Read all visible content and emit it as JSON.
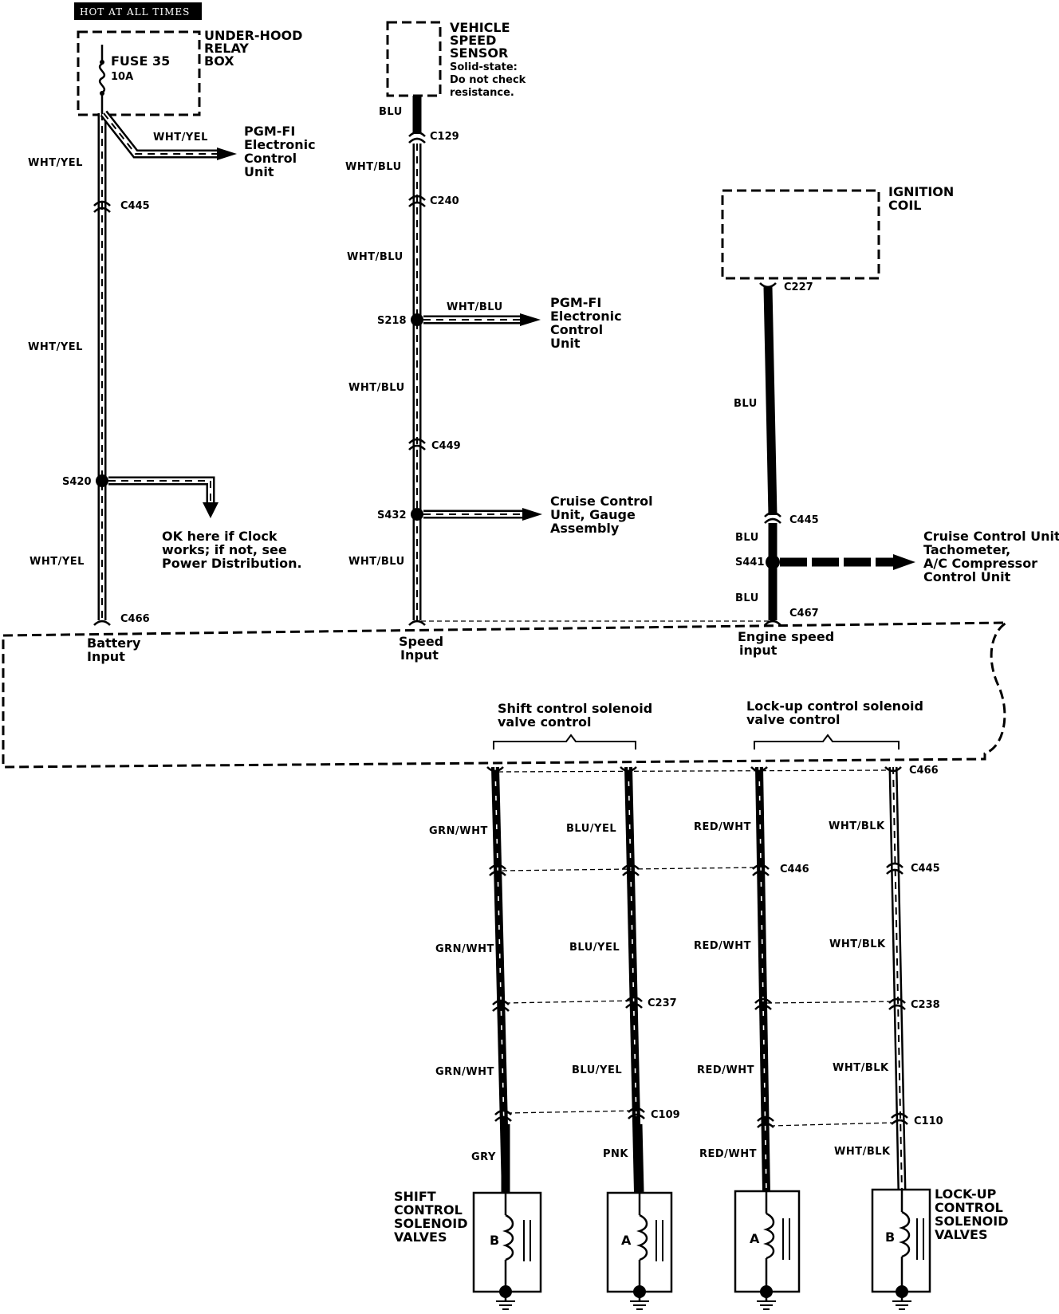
{
  "header": {
    "hot_label": "HOT AT ALL TIMES"
  },
  "fuse_box": {
    "title_lines": [
      "UNDER-HOOD",
      "RELAY",
      "BOX"
    ],
    "fuse_name": "FUSE 35",
    "fuse_rating": "10A"
  },
  "pgm_fi_1": {
    "wire": "WHT/YEL",
    "lines": [
      "PGM-FI",
      "Electronic",
      "Control",
      "Unit"
    ]
  },
  "battery_column": {
    "wires": [
      "WHT/YEL",
      "WHT/YEL",
      "WHT/YEL"
    ],
    "connectors": [
      "C445",
      "S420",
      "C466"
    ],
    "input_label": [
      "Battery",
      "Input"
    ]
  },
  "clock_note": [
    "OK here if Clock",
    "works; if not, see",
    "Power Distribution."
  ],
  "speed_sensor": {
    "lines": [
      "VEHICLE",
      "SPEED",
      "SENSOR",
      "Solid-state:",
      "Do not check",
      "resistance."
    ]
  },
  "speed_column": {
    "wires": [
      "BLU",
      "WHT/BLU",
      "WHT/BLU",
      "WHT/BLU",
      "WHT/BLU"
    ],
    "connectors": [
      "C129",
      "C240",
      "S218",
      "C449",
      "S432"
    ],
    "input_label": [
      "Speed",
      "Input"
    ]
  },
  "pgm_fi_2": {
    "wire": "WHT/BLU",
    "lines": [
      "PGM-FI",
      "Electronic",
      "Control",
      "Unit"
    ]
  },
  "cruise_gauge": {
    "lines": [
      "Cruise Control",
      "Unit, Gauge",
      "Assembly"
    ]
  },
  "ignition": {
    "lines": [
      "IGNITION",
      "COIL"
    ]
  },
  "engine_column": {
    "wires": [
      "BLU",
      "BLU",
      "BLU"
    ],
    "connectors": [
      "C227",
      "C445",
      "S441",
      "C467"
    ],
    "input_label": [
      "Engine speed",
      "input"
    ]
  },
  "cruise_tach": {
    "lines": [
      "Cruise Control Unit,",
      "Tachometer,",
      "A/C Compressor",
      "Control Unit"
    ]
  },
  "group_labels": {
    "shift": [
      "Shift control solenoid",
      "valve control"
    ],
    "lockup": [
      "Lock-up control solenoid",
      "valve control"
    ]
  },
  "lower_wires": {
    "grn_wht": "GRN/WHT",
    "blu_yel": "BLU/YEL",
    "red_wht": "RED/WHT",
    "wht_blk": "WHT/BLK",
    "gry": "GRY",
    "pnk": "PNK"
  },
  "lower_connectors": {
    "c466": "C466",
    "c446": "C446",
    "c445": "C445",
    "c237": "C237",
    "c238": "C238",
    "c109": "C109",
    "c110": "C110"
  },
  "solenoids": {
    "shift_title": [
      "SHIFT",
      "CONTROL",
      "SOLENOID",
      "VALVES"
    ],
    "lockup_title": [
      "LOCK-UP",
      "CONTROL",
      "SOLENOID",
      "VALVES"
    ],
    "letters": [
      "B",
      "A",
      "A",
      "B"
    ]
  }
}
